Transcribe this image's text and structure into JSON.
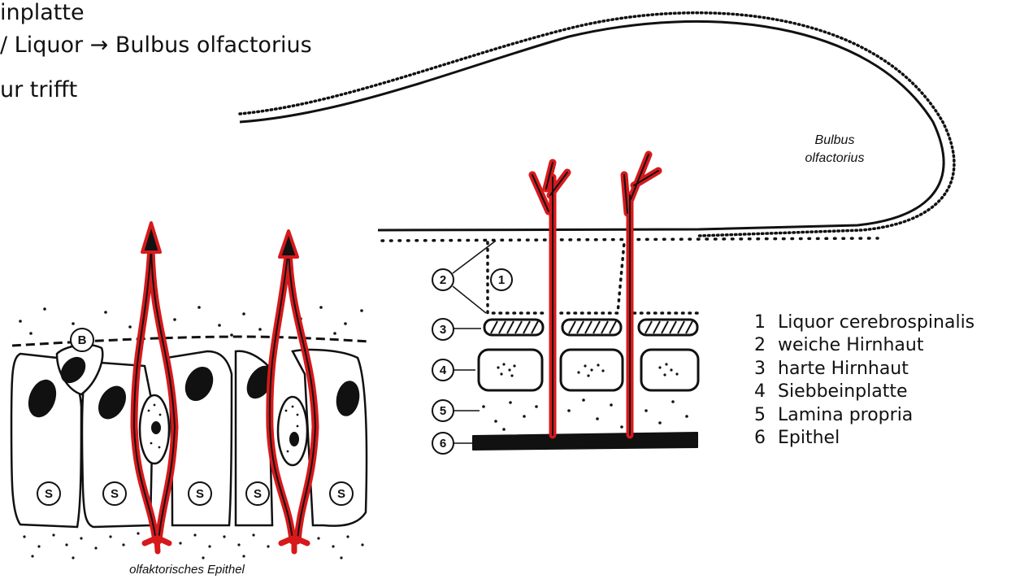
{
  "header_lines": [
    "inplatte",
    " / Liquor → Bulbus olfactorius",
    "ur trifft"
  ],
  "bulbus_label": [
    "Bulbus",
    "olfactorius"
  ],
  "epithel_label": "olfaktorisches Epithel",
  "cell_markers": {
    "basal": "B",
    "support": "S"
  },
  "legend": [
    {
      "num": "1",
      "text": "Liquor cerebrospinalis"
    },
    {
      "num": "2",
      "text": "weiche Hirnhaut"
    },
    {
      "num": "3",
      "text": "harte Hirnhaut"
    },
    {
      "num": "4",
      "text": "Siebbeinplatte"
    },
    {
      "num": "5",
      "text": "Lamina propria"
    },
    {
      "num": "6",
      "text": "Epithel"
    }
  ],
  "colors": {
    "axon": "#d7191c",
    "ink": "#111111",
    "background": "#ffffff"
  }
}
